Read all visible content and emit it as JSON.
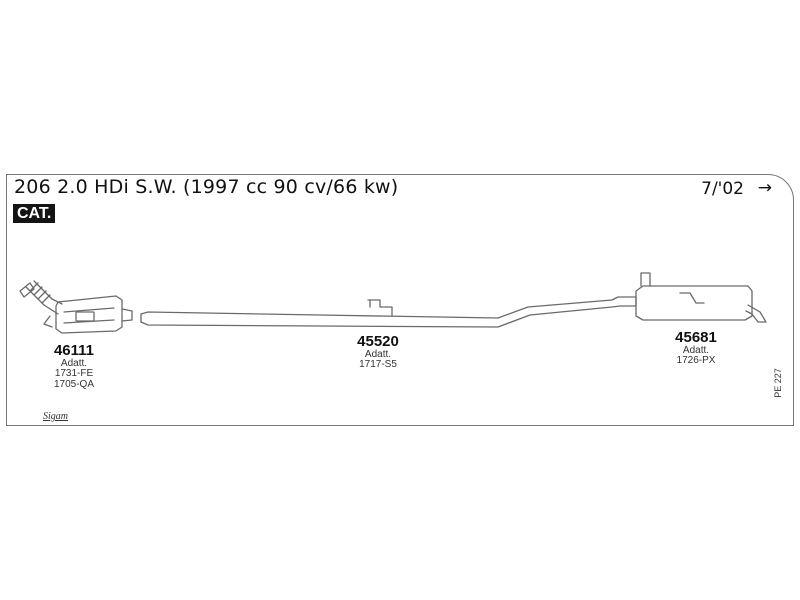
{
  "header": {
    "title": "206 2.0 HDi S.W. (1997 cc 90 cv/66 kw)",
    "date": "7/'02",
    "date_arrow": "→",
    "badge": "CAT."
  },
  "parts": [
    {
      "number": "46111",
      "lines": [
        "Adatt.",
        "1731-FE",
        "1705-QA"
      ]
    },
    {
      "number": "45520",
      "lines": [
        "Adatt.",
        "1717-S5"
      ]
    },
    {
      "number": "45681",
      "lines": [
        "Adatt.",
        "1726-PX"
      ]
    }
  ],
  "footer": {
    "brand": "Sigam",
    "page_code": "PE 227"
  },
  "colors": {
    "line": "#6a6a6a",
    "badge_bg": "#141414",
    "badge_text": "#ffffff"
  }
}
